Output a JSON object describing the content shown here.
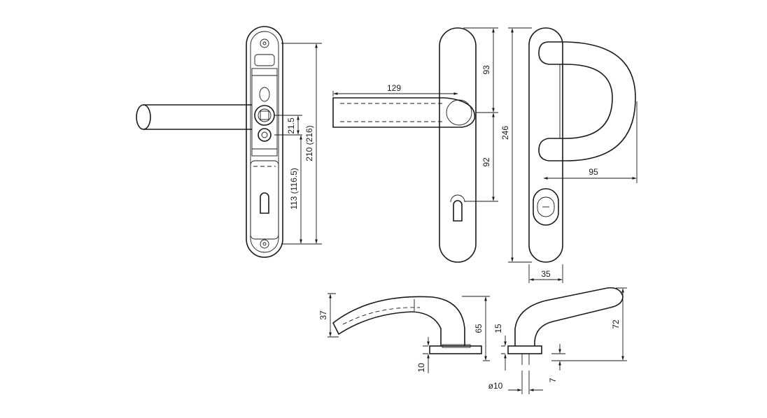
{
  "diagram": {
    "title": "",
    "dimensions": {
      "rose_height_1": "21.5",
      "plate_length_outer": "210 (216)",
      "cylinder_distance": "113 (116.5)",
      "handle_length": "129",
      "upper_length": "93",
      "lower_length": "92",
      "total_length": "246",
      "pull_projection": "95",
      "plate_width": "35",
      "lever_height_small": "37",
      "lever_projection": "65",
      "rose_height_side": "10",
      "pull_rose_height": "15",
      "pull_height": "72",
      "rod_diameter": "ø10",
      "base_thickness": "7"
    },
    "colors": {
      "line": "#1a1a1a",
      "background": "#ffffff"
    }
  }
}
